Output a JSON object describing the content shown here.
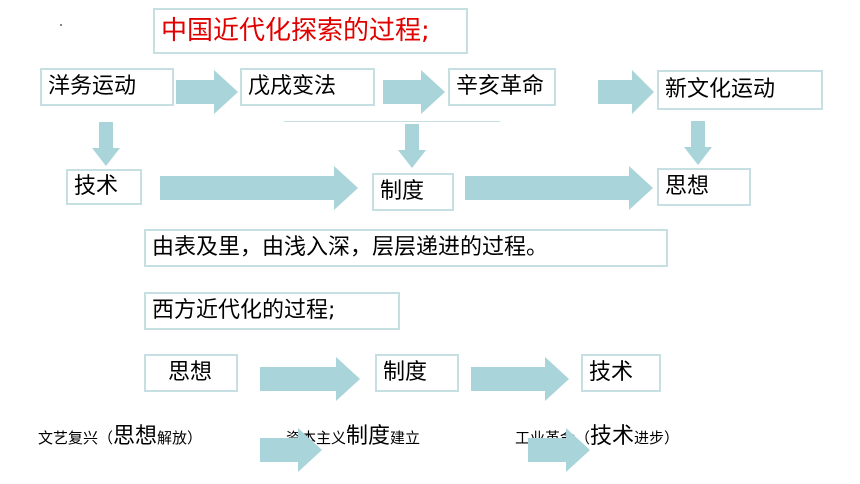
{
  "title": "中国近代化探索的过程;",
  "china_stages": [
    "洋务运动",
    "戊戌变法",
    "辛亥革命",
    "新文化运动"
  ],
  "china_levels": [
    "技术",
    "制度",
    "思想"
  ],
  "summary": "由表及里，由浅入深，层层递进的过程。",
  "west_title": "西方近代化的过程;",
  "west_levels": [
    "思想",
    "制度",
    "技术"
  ],
  "notes": {
    "n1_pre": "文艺复兴（",
    "n1_big": "思想",
    "n1_post": "解放）",
    "n2_pre": "资本主义",
    "n2_big": "制度",
    "n2_post": "建立",
    "n3_pre": "工业革命（",
    "n3_big": "技术",
    "n3_post": "进步）"
  },
  "colors": {
    "arrow": "#a8d4da",
    "box_border": "#c5dfe3",
    "title_text": "#e00000"
  }
}
